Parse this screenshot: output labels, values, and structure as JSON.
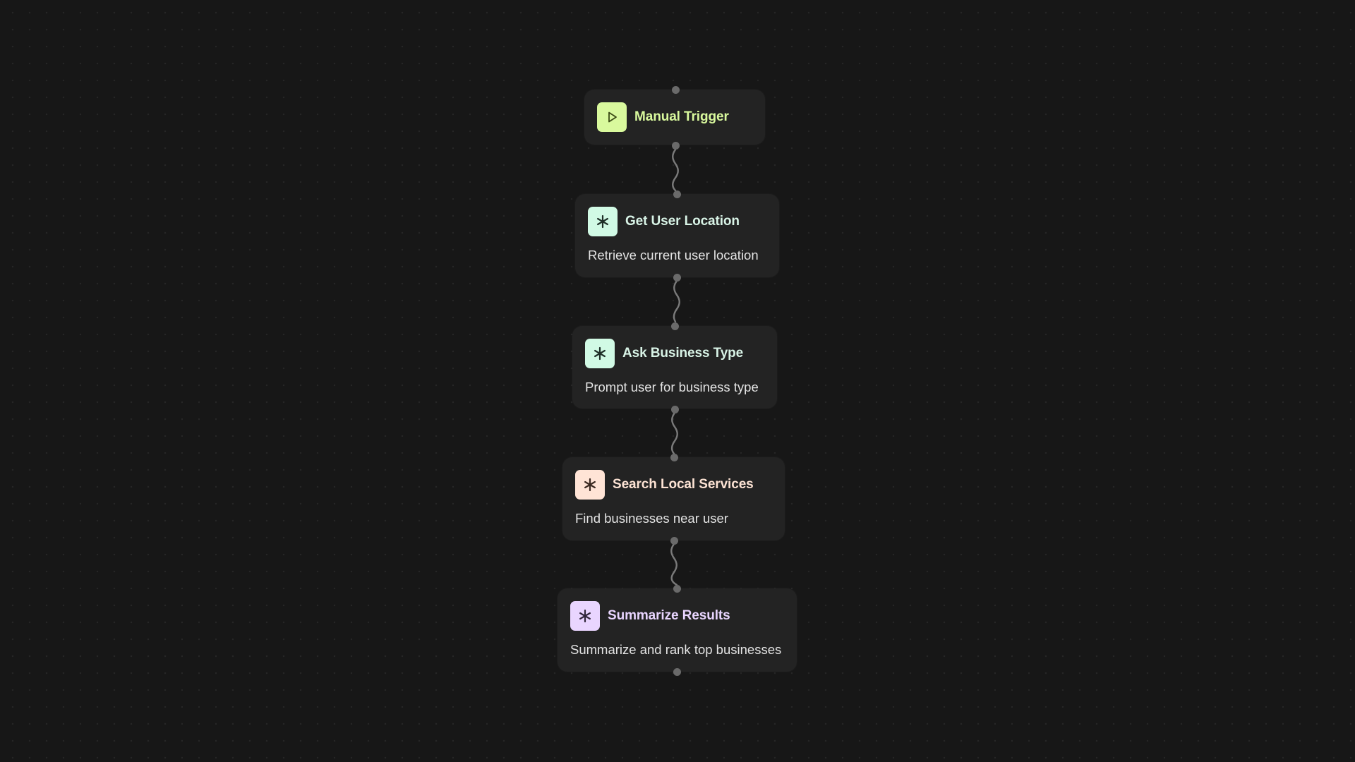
{
  "workflow": {
    "nodes": [
      {
        "title": "Manual Trigger",
        "description": "",
        "icon": "play-icon",
        "icon_bg": "#d9f99d",
        "icon_fg": "#3a4a14",
        "title_color": "#d9f99d"
      },
      {
        "title": "Get User Location",
        "description": "Retrieve current user location",
        "icon": "asterisk-icon",
        "icon_bg": "#d1fae5",
        "icon_fg": "#1f2f28",
        "title_color": "#d8f3e6"
      },
      {
        "title": "Ask Business Type",
        "description": "Prompt user for business type",
        "icon": "asterisk-icon",
        "icon_bg": "#d1fae5",
        "icon_fg": "#1f2f28",
        "title_color": "#d8f3e6"
      },
      {
        "title": "Search Local Services",
        "description": "Find businesses near user",
        "icon": "asterisk-icon",
        "icon_bg": "#ffe4d6",
        "icon_fg": "#3b2a22",
        "title_color": "#fde3d4"
      },
      {
        "title": "Summarize Results",
        "description": "Summarize and rank top businesses",
        "icon": "asterisk-icon",
        "icon_bg": "#e9d5ff",
        "icon_fg": "#30263a",
        "title_color": "#e9d5ff"
      }
    ]
  }
}
